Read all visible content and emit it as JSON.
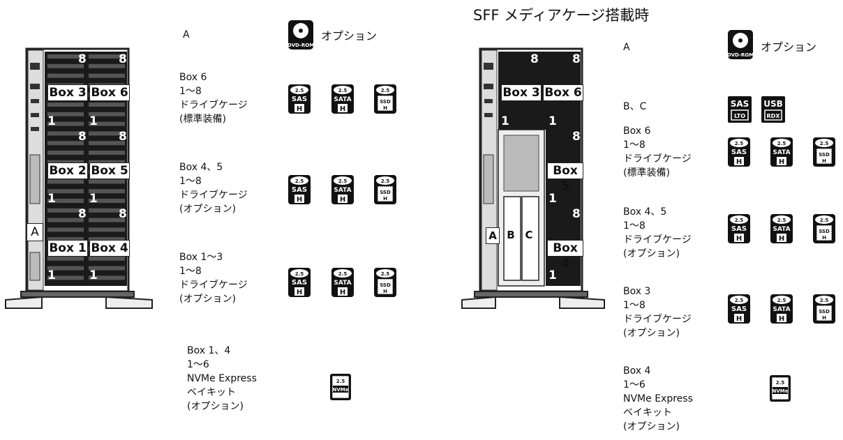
{
  "right_title": "SFF メディアケージ搭載時",
  "option_text": "オプション",
  "icons": {
    "dvd": "DVD-ROM",
    "sas": "SAS",
    "sata": "SATA",
    "ssd": "SSD",
    "h": "H",
    "size": "2.5",
    "nvme": "NVMe",
    "lto": "LTO",
    "usb": "USB",
    "rdx": "RDX"
  },
  "left_server": {
    "boxes": [
      "Box 3",
      "Box 6",
      "Box 2",
      "Box 5",
      "Box 1",
      "Box 4"
    ],
    "bay_a": "A",
    "num_top": "8",
    "num_bottom": "1"
  },
  "right_server": {
    "boxes": [
      "Box 3",
      "Box 6",
      "Box 5",
      "Box 4"
    ],
    "bay_a": "A",
    "bay_b": "B",
    "bay_c": "C",
    "num_top": "8",
    "num_bottom": "1"
  },
  "left_entries": [
    "A",
    "Box 6\n1～8\nドライブケージ\n(標準装備)",
    "Box 4、5\n1～8\nドライブケージ\n(オプション)",
    "Box 1～3\n1～8\nドライブケージ\n (オプション)",
    "Box 1、4\n1～6\nNVMe Express\nベイキット\n(オプション)"
  ],
  "right_entries": [
    "A",
    "B、C",
    "Box 6\n1～8\nドライブケージ\n(標準装備)",
    "Box 4、5\n1～8\nドライブケージ\n(オプション)",
    "Box 3\n1～8\nドライブケージ\n(オプション)",
    "Box 4\n1～6\nNVMe Express\nベイキット\n(オプション)"
  ]
}
